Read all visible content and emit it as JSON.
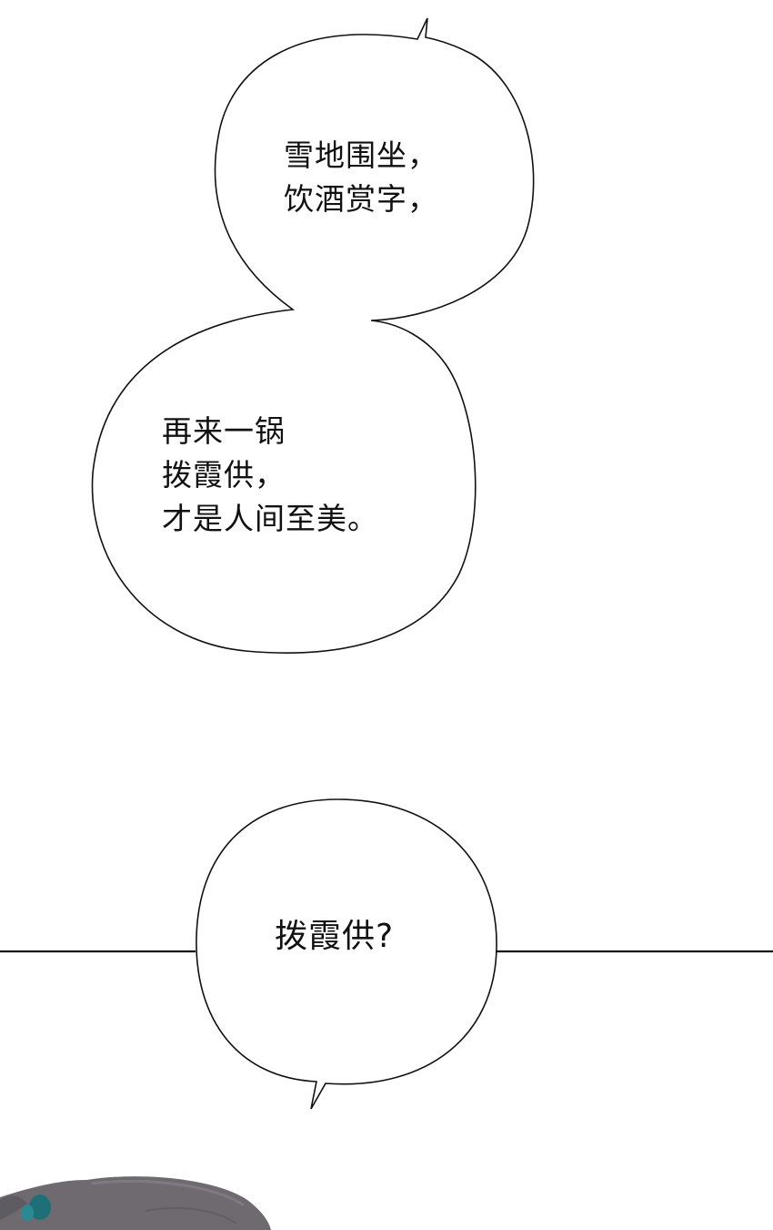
{
  "panel": {
    "bubbles": [
      {
        "lines": [
          "雪地围坐，",
          "饮酒赏字，"
        ]
      },
      {
        "lines": [
          "再来一锅",
          "拨霞供，",
          "才是人间至美。"
        ]
      },
      {
        "lines": [
          "拨霞供?"
        ]
      }
    ]
  },
  "colors": {
    "background": "#ffffff",
    "ink": "#111111",
    "hair": "#6e6a70",
    "hair_tie": "#1f6f78"
  }
}
